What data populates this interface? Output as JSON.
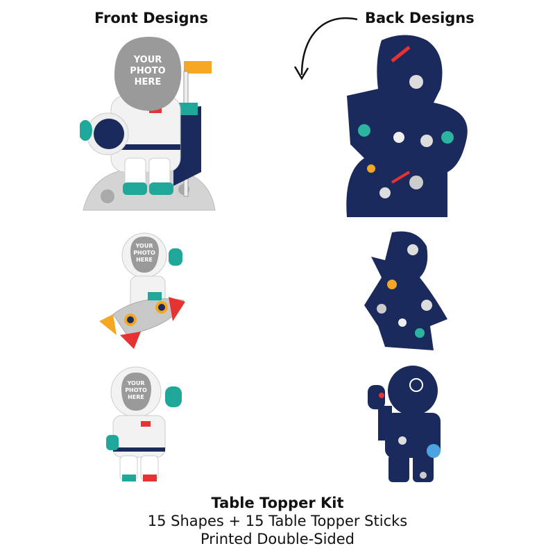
{
  "headings": {
    "front": "Front Designs",
    "back": "Back Designs"
  },
  "photo_placeholder": {
    "line1": "YOUR",
    "line2": "PHOTO",
    "line3": "HERE"
  },
  "caption": {
    "title": "Table Topper Kit",
    "line1": "15 Shapes + 15 Table Topper Sticks",
    "line2": "Printed Double-Sided"
  },
  "colors": {
    "navy": "#1b2a5c",
    "teal": "#1fa89a",
    "orange": "#f5a623",
    "red": "#e63232",
    "gray": "#9a9a9a"
  }
}
